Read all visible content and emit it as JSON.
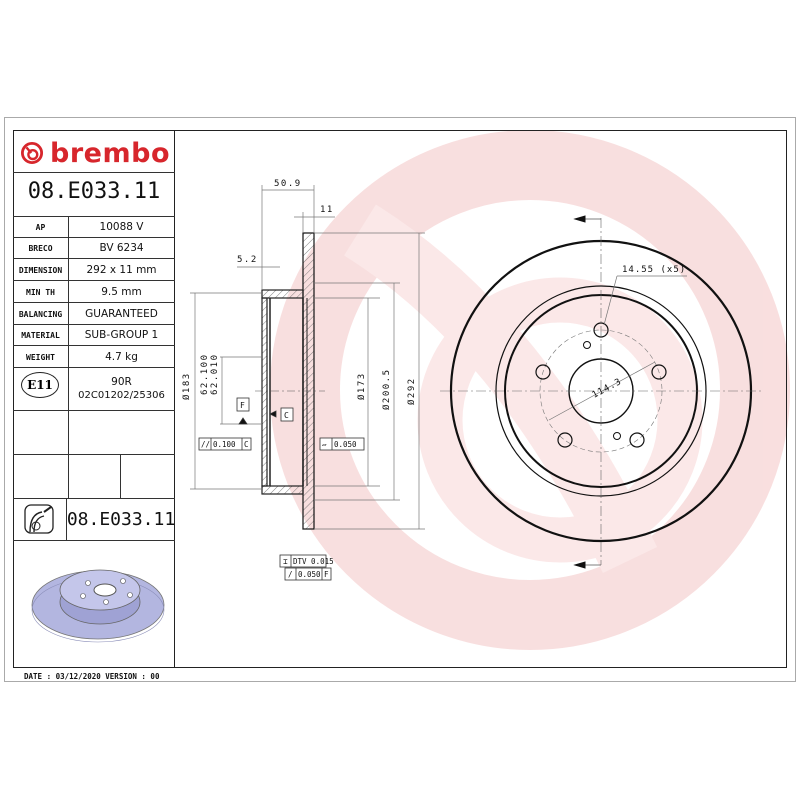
{
  "header": {
    "brand": "brembo",
    "part_number": "08.E033.11"
  },
  "specs": [
    {
      "label": "AP",
      "value": "10088 V"
    },
    {
      "label": "BRECO",
      "value": "BV 6234"
    },
    {
      "label": "DIMENSION",
      "value": "292 x 11 mm"
    },
    {
      "label": "MIN TH",
      "value": "9.5 mm"
    },
    {
      "label": "BALANCING",
      "value": "GUARANTEED"
    },
    {
      "label": "MATERIAL",
      "value": "SUB-GROUP 1"
    },
    {
      "label": "WEIGHT",
      "value": "4.7 kg"
    }
  ],
  "approval": {
    "badge": "E11",
    "line1": "90R",
    "line2": "02C01202/25306"
  },
  "product": {
    "icon": "disc-brake-icon",
    "part_number": "08.E033.11"
  },
  "footer": {
    "text": "DATE : 03/12/2020 VERSION : 00"
  },
  "colors": {
    "brand_red": "#d7262c",
    "watermark": "#f8dcdc",
    "render_disc": "#b3b6e0"
  },
  "drawing": {
    "section_dims": {
      "overall_height": "50.9",
      "thickness": "11",
      "hat_wall": "5.2",
      "dia_183": "Ø183",
      "center_bore_max": "62.100",
      "center_bore_min": "62.010",
      "dia_173": "Ø173",
      "dia_200_5": "Ø200.5",
      "dia_292": "Ø292"
    },
    "datums": {
      "f": "F",
      "c": "C"
    },
    "tolerances": {
      "parallelism": "0.100",
      "parallelism_datum": "C",
      "flatness": "0.050",
      "dtv": "DTV 0.015",
      "runout": "0.050",
      "runout_datum": "F"
    },
    "front_view": {
      "bolt_hole": "14.55 (x5)",
      "pcd": "114.3"
    }
  }
}
